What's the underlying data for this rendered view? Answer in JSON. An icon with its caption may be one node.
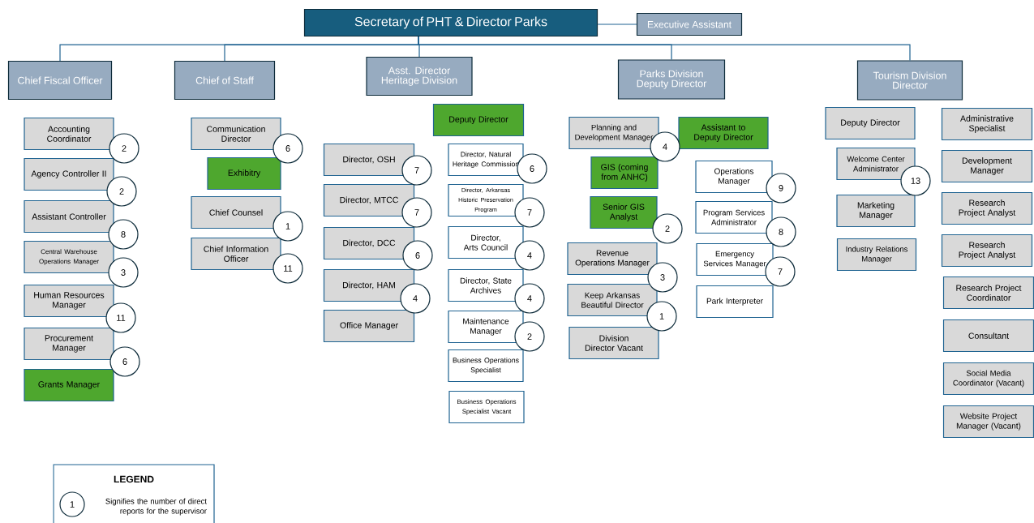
{
  "diagram": {
    "nodes": [
      {
        "text": [
          "Secretary of PHT & Director Parks"
        ]
      },
      {
        "text": [
          "Executive Assistant"
        ]
      },
      {
        "text": [
          "Chief Fiscal Officer"
        ]
      },
      {
        "text": [
          "Chief of Staff"
        ]
      },
      {
        "text": [
          "Asst. Director Heritage Division"
        ]
      },
      {
        "text": [
          "Parks Division Deputy Director"
        ]
      },
      {
        "text": [
          "Tourism Division Director"
        ]
      },
      {
        "text": [
          "Accounting Coordinator"
        ],
        "beside": [
          "2"
        ]
      },
      {
        "text": [
          "Agency Controller II"
        ],
        "beside": [
          "2"
        ]
      },
      {
        "text": [
          "Assistant Controller"
        ],
        "beside": [
          "8"
        ]
      },
      {
        "text": [
          "Central Warehouse Operations Manager"
        ],
        "beside": [
          "3"
        ]
      },
      {
        "text": [
          "Human Resources Manager"
        ],
        "beside": [
          "11"
        ]
      },
      {
        "text": [
          "Procurement Manager"
        ],
        "beside": [
          "6"
        ]
      },
      {
        "text": [
          "Grants Manager"
        ]
      },
      {
        "text": [
          "Communication Director"
        ],
        "beside": [
          "6"
        ]
      },
      {
        "text": [
          "Exhibitry"
        ]
      },
      {
        "text": [
          "Chief Counsel"
        ],
        "beside": [
          "1"
        ]
      },
      {
        "text": [
          "Chief Information Officer"
        ],
        "beside": [
          "11"
        ]
      },
      {
        "text": [
          "Deputy Director"
        ]
      },
      {
        "text": [
          "Director, OSH"
        ],
        "beside": [
          "7"
        ]
      },
      {
        "text": [
          "Director, MTCC"
        ],
        "beside": [
          "7"
        ]
      },
      {
        "text": [
          "Director, DCC"
        ],
        "beside": [
          "6"
        ]
      },
      {
        "text": [
          "Director, HAM"
        ],
        "beside": [
          "4"
        ]
      },
      {
        "text": [
          "Office Manager"
        ]
      },
      {
        "text": [
          "Director, Natural Heritage Commission"
        ],
        "beside": [
          "6"
        ]
      },
      {
        "text": [
          "Director, Arkansas Historic Preservation Program"
        ],
        "beside": [
          "7"
        ]
      },
      {
        "text": [
          "Director, Arts Council"
        ],
        "beside": [
          "4"
        ]
      },
      {
        "text": [
          "Director, State Archives"
        ],
        "beside": [
          "4"
        ]
      },
      {
        "text": [
          "Maintenance Manager"
        ],
        "beside": [
          "2"
        ]
      },
      {
        "text": [
          "Business Operations Specialist"
        ]
      },
      {
        "text": [
          "Business Operations Specialist Vacant"
        ]
      },
      {
        "text": [
          "Planning and Development Manager"
        ],
        "beside": [
          "4"
        ]
      },
      {
        "text": [
          "Assistant to Deputy Director"
        ]
      },
      {
        "text": [
          "GIS (coming from ANHC)"
        ]
      },
      {
        "text": [
          "Senior GIS Analyst"
        ],
        "beside": [
          "2"
        ]
      },
      {
        "text": [
          "Revenue Operations Manager"
        ],
        "beside": [
          "3"
        ]
      },
      {
        "text": [
          "Keep Arkansas Beautiful Director"
        ],
        "beside": [
          "1"
        ]
      },
      {
        "text": [
          "Division Director Vacant"
        ]
      },
      {
        "text": [
          "Operations Manager"
        ],
        "beside": [
          "9"
        ]
      },
      {
        "text": [
          "Program Services Administrator"
        ],
        "beside": [
          "8"
        ]
      },
      {
        "text": [
          "Emergency Services Manager"
        ],
        "beside": [
          "7"
        ]
      },
      {
        "text": [
          "Park Interpreter"
        ]
      },
      {
        "text": [
          "Deputy Director"
        ]
      },
      {
        "text": [
          "Welcome Center Administrator"
        ],
        "beside": [
          "13"
        ]
      },
      {
        "text": [
          "Marketing Manager"
        ]
      },
      {
        "text": [
          "Industry Relations Manager"
        ]
      },
      {
        "text": [
          "Administrative Specialist"
        ]
      },
      {
        "text": [
          "Development Manager"
        ]
      },
      {
        "text": [
          "Research Project Analyst"
        ]
      },
      {
        "text": [
          "Research Project Analyst"
        ]
      },
      {
        "text": [
          "Research Project Coordinator"
        ]
      },
      {
        "text": [
          "Consultant"
        ]
      },
      {
        "text": [
          "Social Media Coordinator (Vacant)"
        ]
      },
      {
        "text": [
          "Website Project Manager (Vacant)"
        ]
      }
    ],
    "edges": [
      {
        "from": 0,
        "to": 1,
        "arrow": "none"
      },
      {
        "from": 0,
        "to": 2,
        "arrow": "none"
      },
      {
        "from": 0,
        "to": 3,
        "arrow": "none"
      },
      {
        "from": 0,
        "to": 4,
        "arrow": "none"
      },
      {
        "from": 0,
        "to": 5,
        "arrow": "none"
      },
      {
        "from": 0,
        "to": 6,
        "arrow": "none"
      }
    ],
    "labels": [
      "LEGEND",
      "1"
    ],
    "legend": [
      {
        "text": "Signifies the number of direct reports for the supervisor"
      }
    ]
  }
}
